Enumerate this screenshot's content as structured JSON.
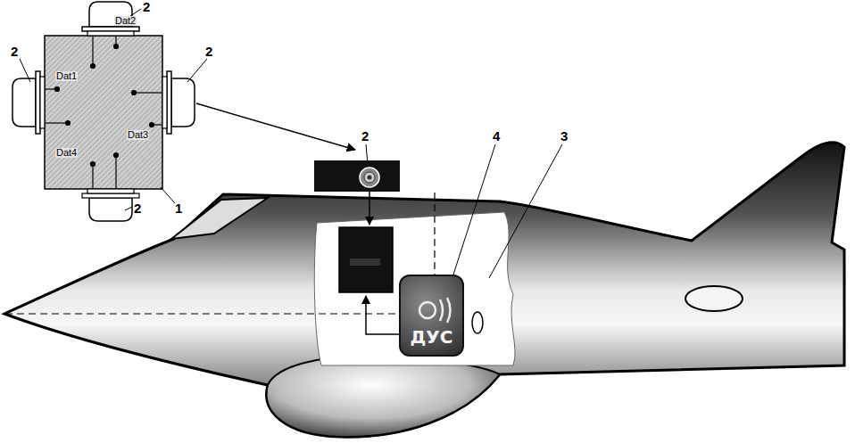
{
  "diagram": {
    "nodes": [
      {
        "text": [
          "ДУС"
        ]
      }
    ],
    "edges": [],
    "labels": [
      "2",
      "Dat2",
      "2",
      "2",
      "Dat1",
      "Dat3",
      "Dat4",
      "1",
      "2",
      "2",
      "4",
      "3"
    ]
  }
}
